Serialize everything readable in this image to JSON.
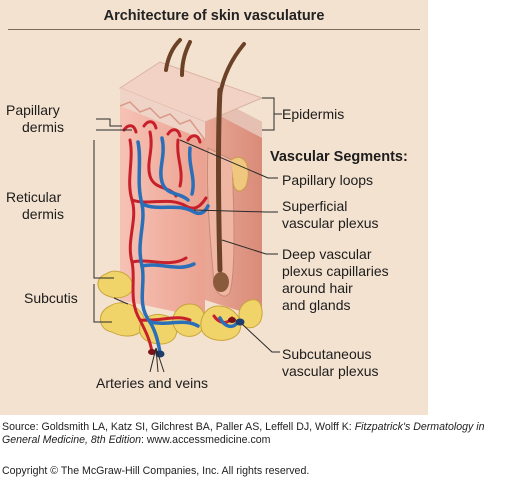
{
  "title": "Architecture of skin vasculature",
  "left_labels": {
    "papillary_dermis": [
      "Papillary",
      "dermis"
    ],
    "reticular_dermis": [
      "Reticular",
      "dermis"
    ],
    "subcutis": "Subcutis",
    "arteries_veins": "Arteries and veins"
  },
  "right_labels": {
    "epidermis": "Epidermis",
    "heading": "Vascular Segments:",
    "papillary_loops": "Papillary loops",
    "superficial_plexus": [
      "Superficial",
      "vascular plexus"
    ],
    "deep_plexus": [
      "Deep vascular",
      "plexus capillaries",
      "around hair",
      "and glands"
    ],
    "subcutaneous_plexus": [
      "Subcutaneous",
      "vascular plexus"
    ]
  },
  "source": {
    "prefix": "Source: Goldsmith LA, Katz SI, Gilchrest BA, Paller AS, Leffell DJ, Wolff K: ",
    "book": "Fitzpatrick's Dermatology in General Medicine, 8th Edition",
    "suffix": ": www.accessmedicine.com"
  },
  "copyright": "Copyright © The McGraw-Hill Companies, Inc. All rights reserved.",
  "colors": {
    "panel": "#f3e2cf",
    "artery": "#c8202a",
    "vein": "#2a6fb8",
    "fat": "#f0d46a",
    "epidermis": "#e9c9bb",
    "dermis": "#f2b4a6",
    "hair": "#6b4228"
  }
}
